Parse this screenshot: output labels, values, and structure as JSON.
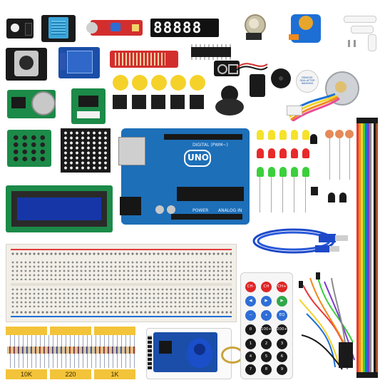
{
  "scene": {
    "background": "#ffffff",
    "seven_segment_text": "88888",
    "board": {
      "uno_logo": "UNO",
      "digital_label": "DIGITAL (PWM~)",
      "analog_label": "ANALOG IN",
      "power_label": "POWER"
    },
    "resistor_labels": [
      "10K",
      "220",
      "1K"
    ],
    "remote_labels": {
      "ch_minus": "CH-",
      "ch": "CH",
      "ch_plus": "CH+",
      "eq": "EQ",
      "minus": "−",
      "plus": "+",
      "hundred_plus": "100+",
      "two_hundred_plus": "200+",
      "digits": [
        "0",
        "1",
        "2",
        "3",
        "4",
        "5",
        "6",
        "7",
        "8",
        "9"
      ]
    },
    "buzzer_sticker_text": "REMOVE SEAL AFTER WASHING",
    "colors": {
      "arduino_blue": "#1d6fb8",
      "breadboard": "#f2efe8",
      "resistor_tape": "#f3c43a",
      "lcd_blue": "#1636a8",
      "rfid_blue": "#1b4ea8"
    }
  }
}
